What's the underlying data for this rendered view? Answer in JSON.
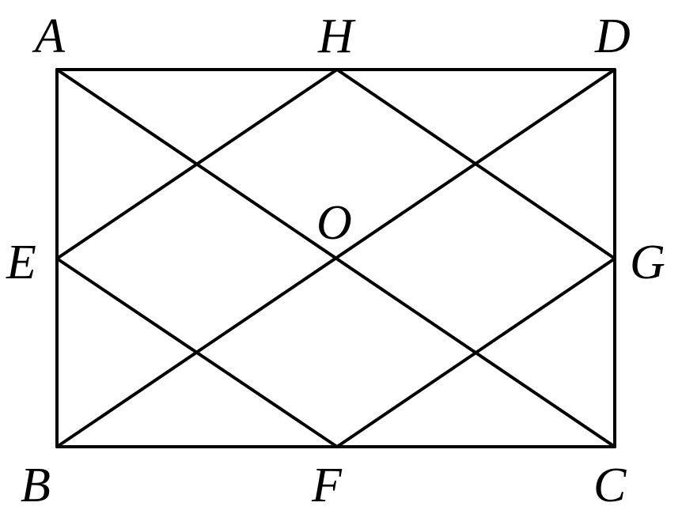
{
  "diagram": {
    "labels": {
      "A": "A",
      "H": "H",
      "D": "D",
      "E": "E",
      "O": "O",
      "G": "G",
      "B": "B",
      "F": "F",
      "C": "C"
    }
  }
}
